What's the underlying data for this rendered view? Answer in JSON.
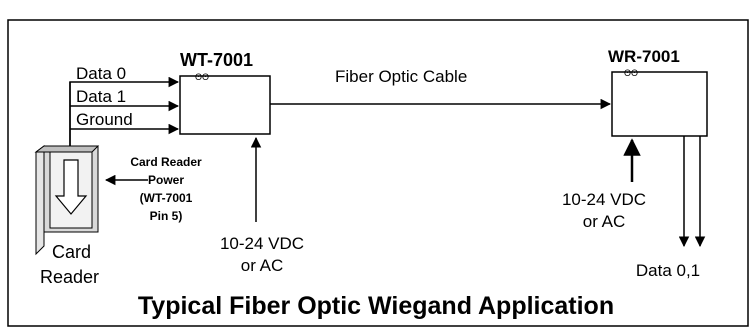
{
  "diagram": {
    "title": "Typical Fiber Optic Wiegand Application",
    "transmitter": {
      "label": "WT-7001",
      "glyph": "ʘʘ"
    },
    "receiver": {
      "label": "WR-7001",
      "glyph": "ʘʘ"
    },
    "cable_label": "Fiber Optic Cable",
    "inputs": [
      "Data 0",
      "Data 1",
      "Ground"
    ],
    "card_reader": {
      "line1": "Card",
      "line2": "Reader"
    },
    "reader_power": [
      "Card Reader",
      "Power",
      "(WT-7001",
      "Pin 5)"
    ],
    "tx_power": [
      "10-24 VDC",
      "or AC"
    ],
    "rx_power": [
      "10-24 VDC",
      "or AC"
    ],
    "outputs_label": "Data 0,1"
  },
  "colors": {
    "line": "#000000",
    "reader_body": "#d9d9d9",
    "reader_face": "#f2f2f2",
    "background": "#ffffff"
  }
}
